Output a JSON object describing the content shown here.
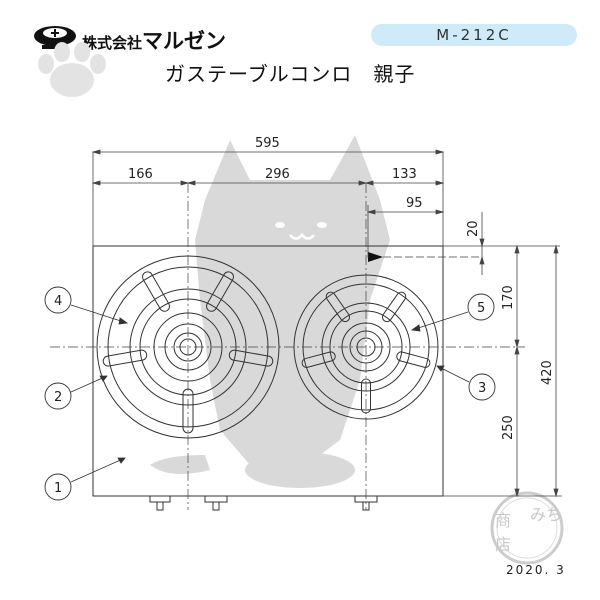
{
  "header": {
    "brand_small": "株式会社",
    "brand_large": "マルゼン",
    "model": "M-212C",
    "title": "ガステーブルコンロ　親子",
    "date": "2020. 3"
  },
  "watermark": {
    "seal_text_1": "商",
    "seal_text_2": "みち",
    "seal_text_3": "店"
  },
  "dimensions": {
    "overall_width": "595",
    "left_offset": "166",
    "center_spacing": "296",
    "right_offset": "133",
    "inlet_offset": "95",
    "inlet_depth": "20",
    "front_to_center": "170",
    "total_depth": "420",
    "center_to_back": "250"
  },
  "callouts": [
    "1",
    "2",
    "3",
    "4",
    "5"
  ]
}
